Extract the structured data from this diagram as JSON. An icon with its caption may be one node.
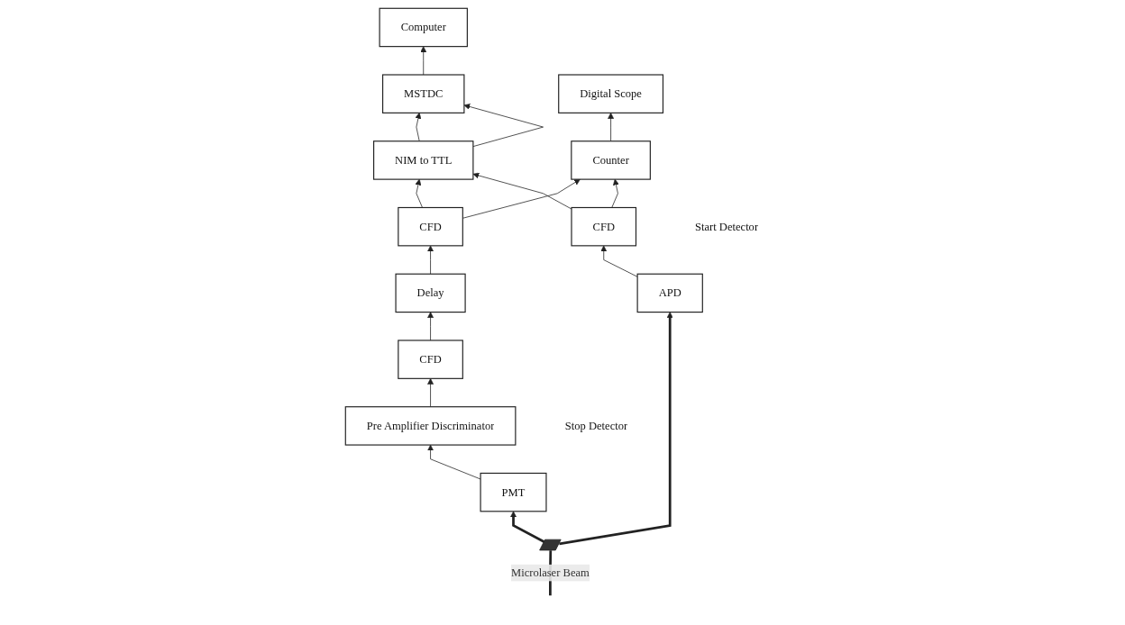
{
  "diagram": {
    "nodes": [
      {
        "text": [
          "Computer"
        ]
      },
      {
        "text": [
          "MSTDC"
        ]
      },
      {
        "text": [
          "NIM to TTL"
        ]
      },
      {
        "text": [
          "CFD"
        ]
      },
      {
        "text": [
          "Counter"
        ]
      },
      {
        "text": [
          "CFD"
        ]
      },
      {
        "text": [
          "Digital Scope"
        ]
      },
      {
        "text": [
          "Delay"
        ]
      },
      {
        "text": [
          "APD"
        ],
        "beside": [
          "Start Detector"
        ]
      },
      {
        "text": [
          "CFD"
        ]
      },
      {
        "text": [
          "Pre Amplifier Discriminator"
        ]
      },
      {
        "text": [
          "PMT"
        ],
        "beside": [
          "Stop Detector"
        ]
      },
      {
        "text": [],
        "shape": "bar"
      }
    ],
    "edges": [
      {
        "from": 1,
        "to": 0,
        "arrow": "to"
      },
      {
        "from": 2,
        "to": 1,
        "arrow": "to"
      },
      {
        "from": 2,
        "to": 1,
        "arrow": "to"
      },
      {
        "from": 3,
        "to": 2,
        "arrow": "to"
      },
      {
        "from": 5,
        "to": 2,
        "arrow": "to"
      },
      {
        "from": 3,
        "to": 4,
        "arrow": "to"
      },
      {
        "from": 5,
        "to": 4,
        "arrow": "to"
      },
      {
        "from": 4,
        "to": 6,
        "arrow": "to"
      },
      {
        "from": 7,
        "to": 3,
        "arrow": "to"
      },
      {
        "from": 9,
        "to": 7,
        "arrow": "to"
      },
      {
        "from": 10,
        "to": 9,
        "arrow": "to"
      },
      {
        "from": 11,
        "to": 10,
        "arrow": "to"
      },
      {
        "from": 8,
        "to": 5,
        "arrow": "to"
      },
      {
        "from": 12,
        "to": 11,
        "arrow": "to",
        "style": "thick"
      },
      {
        "from": 12,
        "to": 8,
        "arrow": "to",
        "style": "thick"
      },
      {
        "from": null,
        "to": 12,
        "arrow": "none",
        "style": "thick",
        "label": "Microlaser Beam"
      }
    ]
  }
}
